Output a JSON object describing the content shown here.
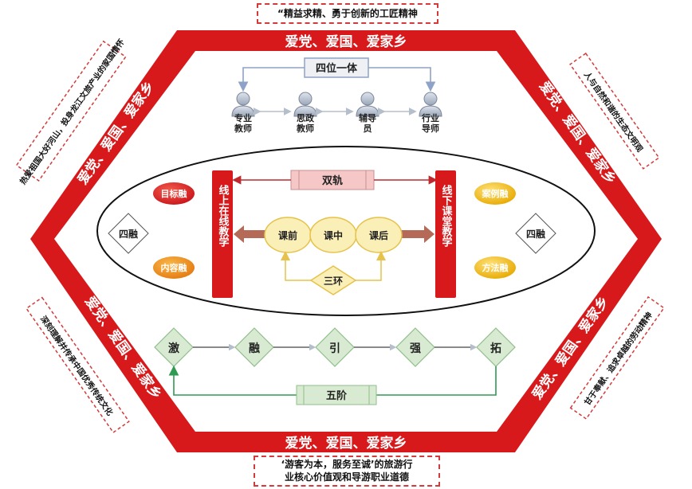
{
  "top_note": "“精益求精、勇于创新的工匠精神",
  "bottom_note_line1": "‘游客为本，服务至诚’的旅游行",
  "bottom_note_line2": "业核心价值观和导游职业道德",
  "left_top_note": "热爱祖国大好河山，投身龙江文旅产业的家国情怀",
  "left_bottom_note": "深刻理解并传承中国优秀传统文化",
  "right_top_note": "人与自然和谐的生态文明观",
  "right_bottom_note": "甘于奉献、追求卓越的劳动精神",
  "band_label": "爱党、爱国、爱家乡",
  "four_in_one": "四位一体",
  "roles": [
    "专业教师",
    "思政教师",
    "辅导员",
    "行业导师"
  ],
  "dual_track": "双轨",
  "online": "线上在线教学",
  "offline": "线下课堂教学",
  "four_fusion": "四融",
  "fusions_left": [
    "目标融",
    "内容融"
  ],
  "fusions_right": [
    "案例融",
    "方法融"
  ],
  "stages": [
    "课前",
    "课中",
    "课后"
  ],
  "three_loops": "三环",
  "steps": [
    "激",
    "融",
    "引",
    "强",
    "拓"
  ],
  "five_steps": "五阶",
  "colors": {
    "red": "#d7191b",
    "dark_red": "#b01015",
    "green": "#2f9a52",
    "light_green": "#d9ead3",
    "pink": "#f6c7c7",
    "yellow": "#f7e08a",
    "orange": "#ef9a1a",
    "grey_blue": "#b8c4d8"
  },
  "icons": [
    "person-icon"
  ]
}
